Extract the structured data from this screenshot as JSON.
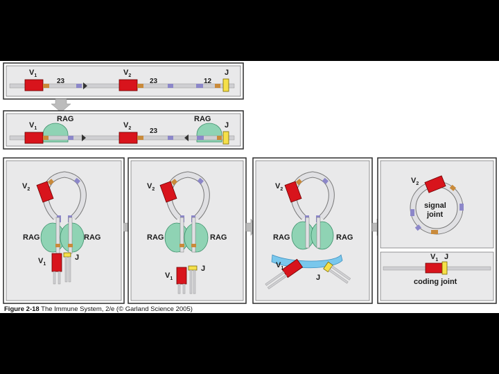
{
  "colors": {
    "panel_border": "#2b2b2b",
    "panel_fill": "#e9e9ea",
    "dna": "#cfcfd2",
    "segment_red": "#d8141c",
    "rss_orange": "#c98a3a",
    "rss_purple": "#8c87c9",
    "yellow": "#f5e04a",
    "rag": "#8fd3b4",
    "protein_blue": "#79c7ec",
    "arrow_gray": "#bcbcbc"
  },
  "labels": {
    "v1": "V",
    "v1_sub": "1",
    "v2": "V",
    "v2_sub": "2",
    "j": "J",
    "n23": "23",
    "n12": "12",
    "rag": "RAG",
    "signal": "signal",
    "joint": "joint",
    "coding_joint": "coding joint"
  },
  "caption": {
    "figure": "Figure 2-18",
    "text": " The Immune System, 2/e (© Garland Science 2005)"
  }
}
